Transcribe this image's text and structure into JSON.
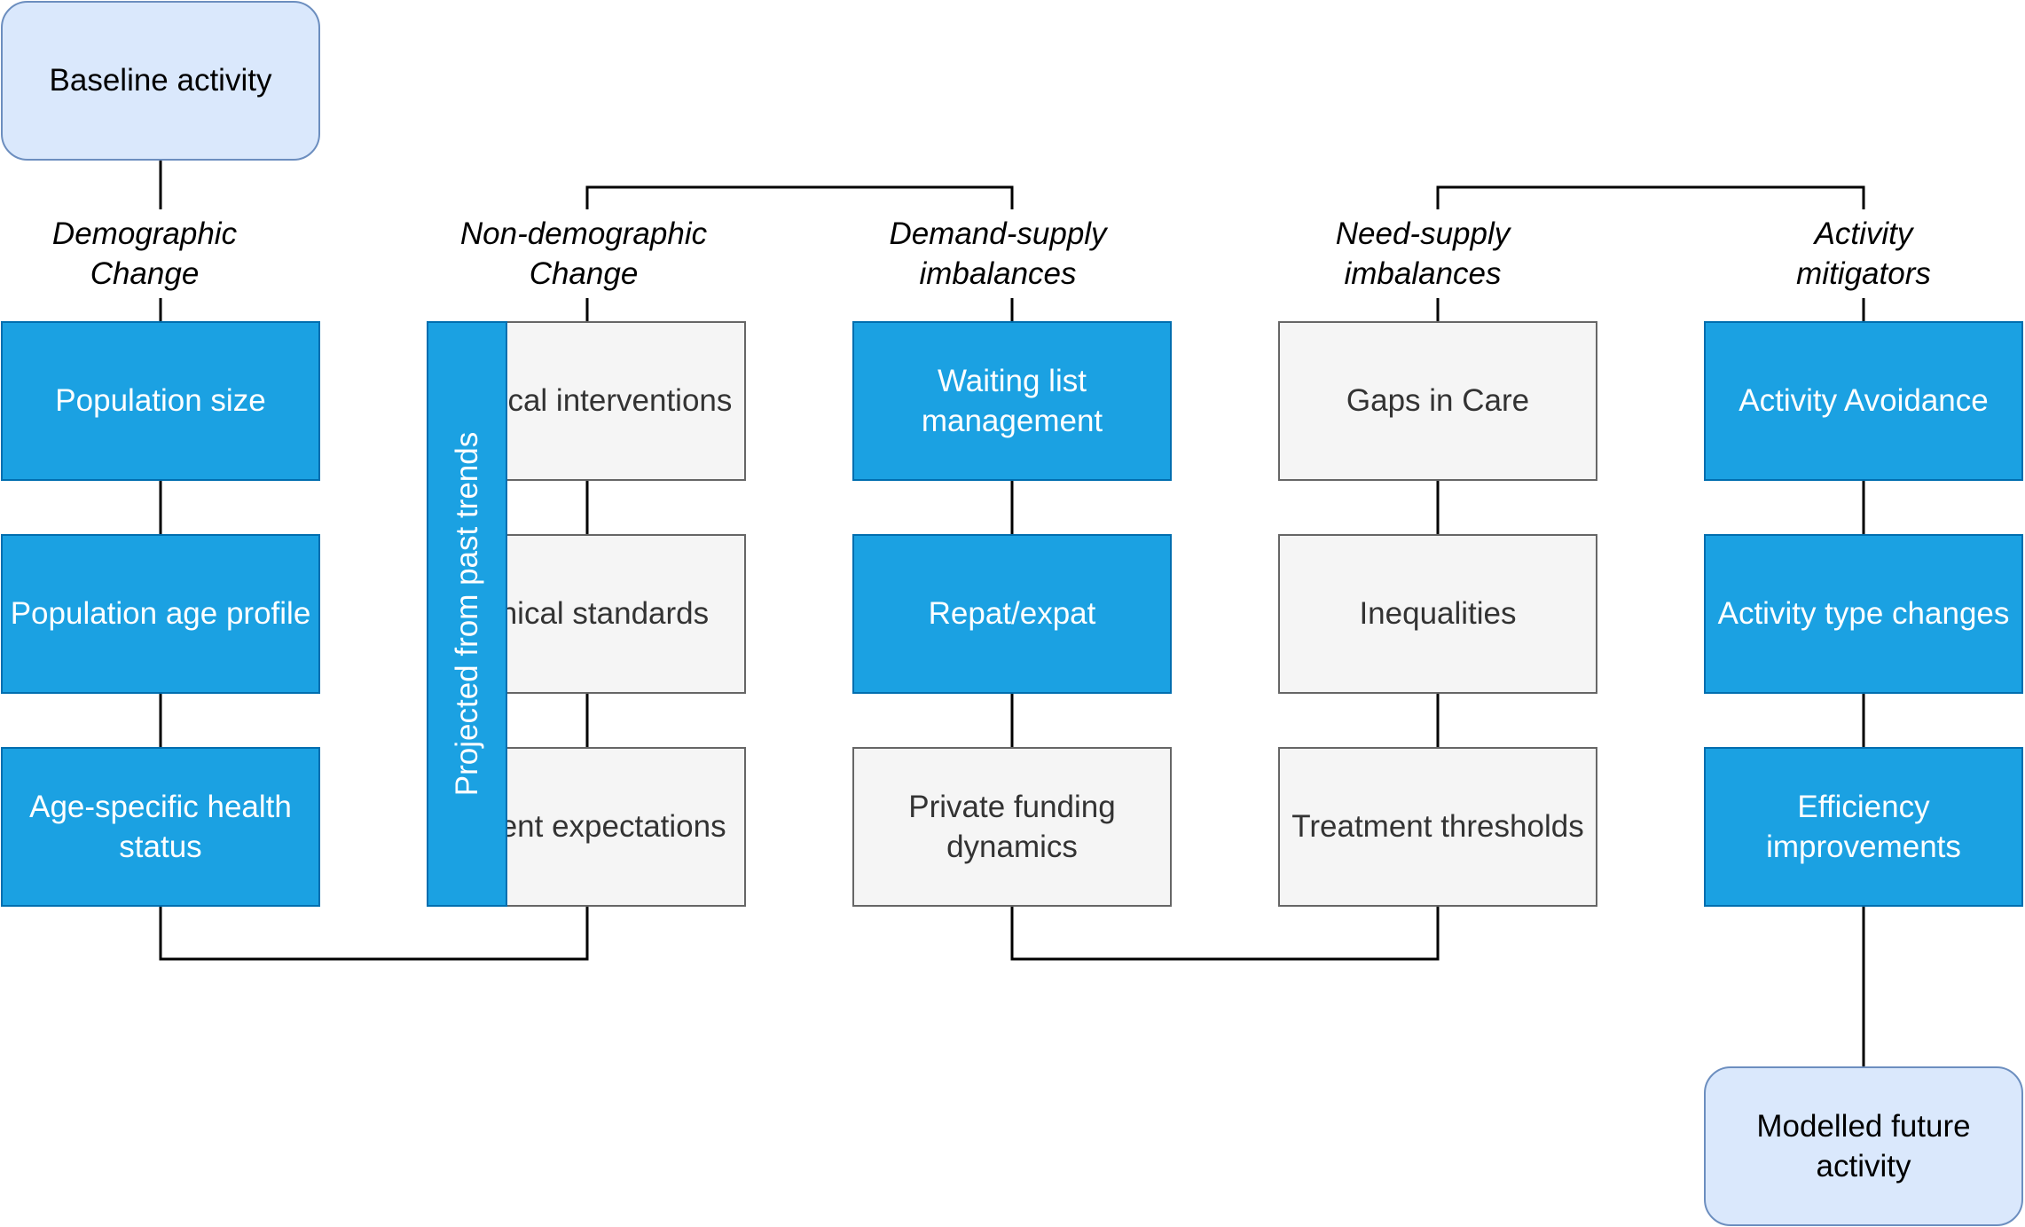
{
  "terminals": {
    "start": "Baseline activity",
    "end": "Modelled future activity"
  },
  "categories": {
    "demographic": "Demographic\nChange",
    "non_demographic": "Non-demographic\nChange",
    "demand_supply": "Demand-supply\nimbalances",
    "need_supply": "Need-supply\nimbalances",
    "mitigators": "Activity\nmitigators"
  },
  "demographic": {
    "population_size": "Population size",
    "population_age_profile": "Population age profile",
    "age_specific_health": "Age-specific health status"
  },
  "non_demographic": {
    "side_label": "Projected from past trends",
    "medical_interventions": "Medical interventions",
    "clinical_standards": "Clinical standards",
    "patient_expectations": "Patient expectations"
  },
  "demand_supply": {
    "waiting_list": "Waiting list management",
    "repat_expat": "Repat/expat",
    "private_funding": "Private funding dynamics"
  },
  "need_supply": {
    "gaps_in_care": "Gaps in Care",
    "inequalities": "Inequalities",
    "treatment_thresholds": "Treatment thresholds"
  },
  "mitigators": {
    "activity_avoidance": "Activity Avoidance",
    "activity_type_changes": "Activity type changes",
    "efficiency_improvements": "Efficiency improvements"
  },
  "colors": {
    "blue_fill": "#1ba1e2",
    "blue_stroke": "#006eaf",
    "grey_fill": "#f5f5f5",
    "grey_stroke": "#666666",
    "terminal_fill": "#dae8fc",
    "terminal_stroke": "#6c8ebf"
  }
}
